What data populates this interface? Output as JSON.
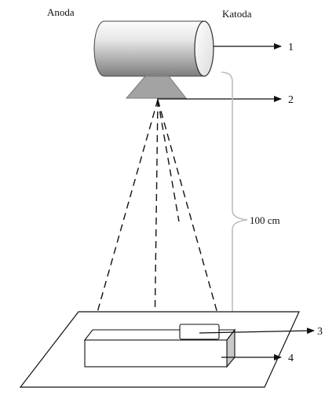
{
  "labels": {
    "anode": "Anoda",
    "cathode": "Katoda",
    "distance": "100 cm",
    "n1": "1",
    "n2": "2",
    "n3": "3",
    "n4": "4"
  },
  "colors": {
    "tube_light": "#f2f2f2",
    "tube_dark": "#8a8a8a",
    "collimator": "#9a9a9a",
    "line": "#111111",
    "brace": "#bdbdbd"
  }
}
